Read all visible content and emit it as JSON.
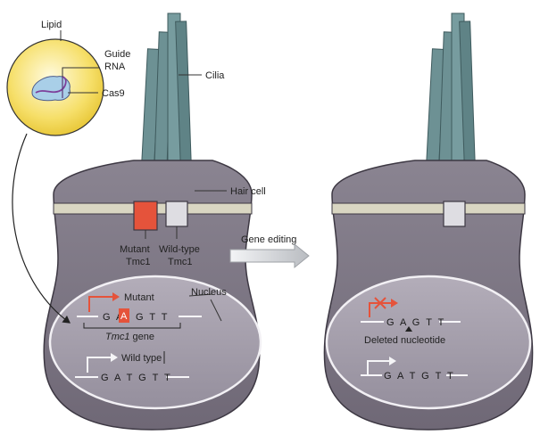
{
  "labels": {
    "lipid": "Lipid",
    "guide_rna_line1": "Guide",
    "guide_rna_line2": "RNA",
    "cas9": "Cas9",
    "cilia": "Cilia",
    "hair_cell": "Hair cell",
    "mutant_tmc1_line1": "Mutant",
    "mutant_tmc1_line2": "Tmc1",
    "wildtype_tmc1_line1": "Wild-type",
    "wildtype_tmc1_line2": "Tmc1",
    "gene_editing": "Gene editing",
    "nucleus": "Nucleus",
    "mutant": "Mutant",
    "tmc1_gene_italic": "Tmc1",
    "tmc1_gene_suffix": " gene",
    "wild_type": "Wild type",
    "deleted_nucleotide": "Deleted nucleotide"
  },
  "sequences": {
    "mutant_before": "G A",
    "mutant_base": "A",
    "mutant_after": "G T T",
    "wild_type_left": "G A T G T T",
    "edited": "G A G T T",
    "wild_type_right": "G A T G T T"
  },
  "colors": {
    "cell_body": "#7d7684",
    "cell_top": "#8f8895",
    "nucleus_fill": "#a59fac",
    "nucleus_stroke": "#f2f0f4",
    "cilia": "#6a8f92",
    "cilia_dark": "#4f7073",
    "membrane_band": "#d9d6c2",
    "mutant_red": "#e5533b",
    "wild_type_gray": "#dedde2",
    "lipid_yellow": "#f6df69",
    "arrow_gray": "#c7c9cc"
  }
}
